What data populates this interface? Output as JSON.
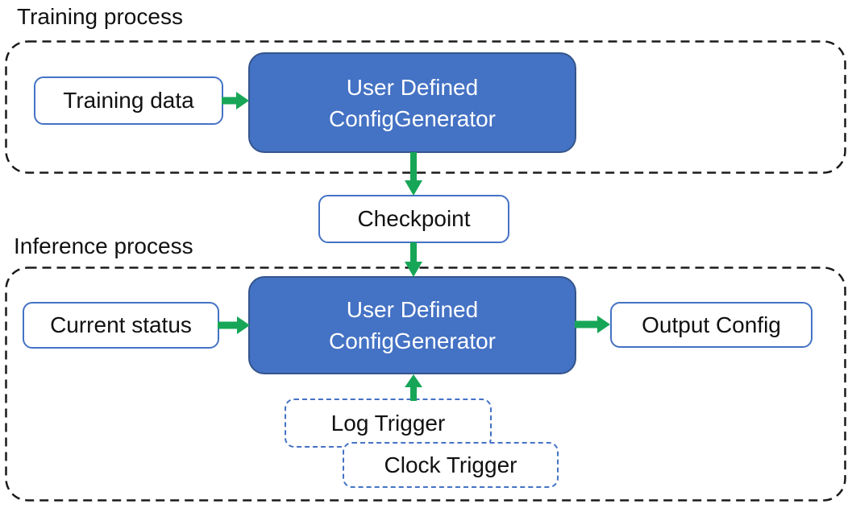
{
  "colors": {
    "accent_blue": "#4472C4",
    "accent_blue_dark": "#34558B",
    "arrow_green": "#17A657",
    "container_dash": "#1A1A1A",
    "text_dark": "#111111",
    "generator_text": "#FFFFFF",
    "bg": "#FFFFFF"
  },
  "training": {
    "section_label": "Training process",
    "training_data_label": "Training data",
    "generator_line1": "User Defined",
    "generator_line2": "ConfigGenerator"
  },
  "checkpoint_label": "Checkpoint",
  "inference": {
    "section_label": "Inference process",
    "current_status_label": "Current status",
    "generator_line1": "User Defined",
    "generator_line2": "ConfigGenerator",
    "output_config_label": "Output Config",
    "log_trigger_label": "Log Trigger",
    "clock_trigger_label": "Clock Trigger"
  }
}
